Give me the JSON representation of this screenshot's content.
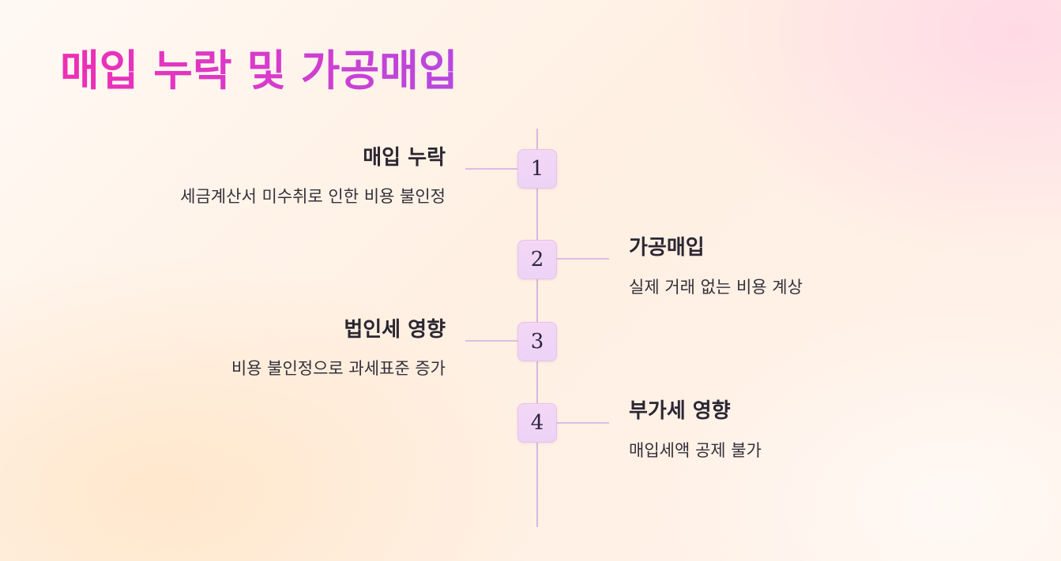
{
  "title": "매입 누락 및 가공매입",
  "steps": [
    {
      "number": "1",
      "title": "매입 누락",
      "description": "세금계산서 미수취로 인한 비용 불인정",
      "side": "left"
    },
    {
      "number": "2",
      "title": "가공매입",
      "description": "실제 거래 없는 비용 계상",
      "side": "right"
    },
    {
      "number": "3",
      "title": "법인세 영향",
      "description": "비용 불인정으로 과세표준 증가",
      "side": "left"
    },
    {
      "number": "4",
      "title": "부가세 영향",
      "description": "매입세액 공제 불가",
      "side": "right"
    }
  ],
  "colors": {
    "title_gradient_start": "#ee2fb4",
    "title_gradient_end": "#b549e0",
    "timeline_line": "#d6b7de",
    "node_fill": "#f0d5f7",
    "text_dark": "#2b2632"
  }
}
